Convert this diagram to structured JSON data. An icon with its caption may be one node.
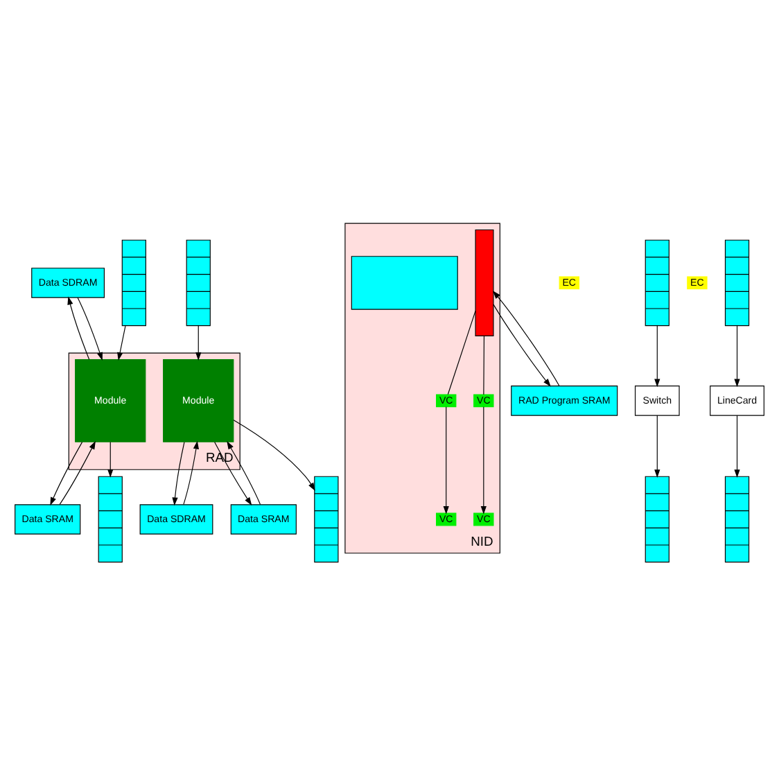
{
  "diagram": {
    "nodes": [
      {
        "text": [
          "Data SDRAM"
        ]
      },
      {
        "text": [
          "RAD"
        ]
      },
      {
        "text": [
          "Module"
        ],
        "in": 1
      },
      {
        "text": [
          "Module"
        ],
        "in": 1
      },
      {
        "text": [
          "Data SDRAM"
        ]
      },
      {
        "text": [
          "Data SRAM"
        ]
      },
      {
        "text": [
          "Data SRAM"
        ]
      },
      {
        "text": [],
        "shape": "queue"
      },
      {
        "text": [],
        "shape": "queue"
      },
      {
        "text": [],
        "shape": "queue"
      },
      {
        "text": [],
        "shape": "queue"
      },
      {
        "text": [
          "NID"
        ]
      },
      {
        "text": [],
        "shape": "bar",
        "in": 11
      },
      {
        "text": [
          "VC"
        ],
        "in": 11
      },
      {
        "text": [
          "VC"
        ],
        "in": 11
      },
      {
        "text": [
          "RAD Program SRAM"
        ]
      },
      {
        "text": [],
        "shape": "box",
        "in": 11
      },
      {
        "text": [
          "VC"
        ],
        "in": 11
      },
      {
        "text": [
          "VC"
        ],
        "in": 11
      },
      {
        "text": [
          "EC"
        ]
      },
      {
        "text": [],
        "shape": "queue"
      },
      {
        "text": [],
        "shape": "queue"
      },
      {
        "text": [
          "EC"
        ]
      },
      {
        "text": [],
        "shape": "queue"
      },
      {
        "text": [],
        "shape": "queue"
      },
      {
        "text": [
          "Switch"
        ]
      },
      {
        "text": [
          "LineCard"
        ]
      }
    ],
    "edges": [
      {
        "from": 2,
        "to": 0,
        "arrow": "to"
      },
      {
        "from": 0,
        "to": 2,
        "arrow": "to"
      },
      {
        "from": 2,
        "to": 5,
        "arrow": "to"
      },
      {
        "from": 5,
        "to": 2,
        "arrow": "to"
      },
      {
        "from": 4,
        "to": 3,
        "arrow": "to"
      },
      {
        "from": 3,
        "to": 4,
        "arrow": "to"
      },
      {
        "from": 6,
        "to": 3,
        "arrow": "to"
      },
      {
        "from": 3,
        "to": 6,
        "arrow": "to"
      },
      {
        "from": 7,
        "to": 2,
        "arrow": "to"
      },
      {
        "from": 2,
        "to": 8,
        "arrow": "to"
      },
      {
        "from": 9,
        "to": 3,
        "arrow": "to"
      },
      {
        "from": 3,
        "to": 10,
        "arrow": "to"
      },
      {
        "from": 15,
        "to": 12,
        "arrow": "to"
      },
      {
        "from": 12,
        "to": 15,
        "arrow": "to"
      },
      {
        "from": 12,
        "to": 13,
        "arrow": "none"
      },
      {
        "from": 13,
        "to": 14,
        "arrow": "to"
      },
      {
        "from": 12,
        "to": 17,
        "arrow": "none"
      },
      {
        "from": 17,
        "to": 18,
        "arrow": "to"
      },
      {
        "from": 25,
        "to": 20,
        "arrow": "to"
      },
      {
        "from": 21,
        "to": 25,
        "arrow": "to"
      },
      {
        "from": 26,
        "to": 23,
        "arrow": "to"
      },
      {
        "from": 24,
        "to": 26,
        "arrow": "to"
      }
    ]
  }
}
